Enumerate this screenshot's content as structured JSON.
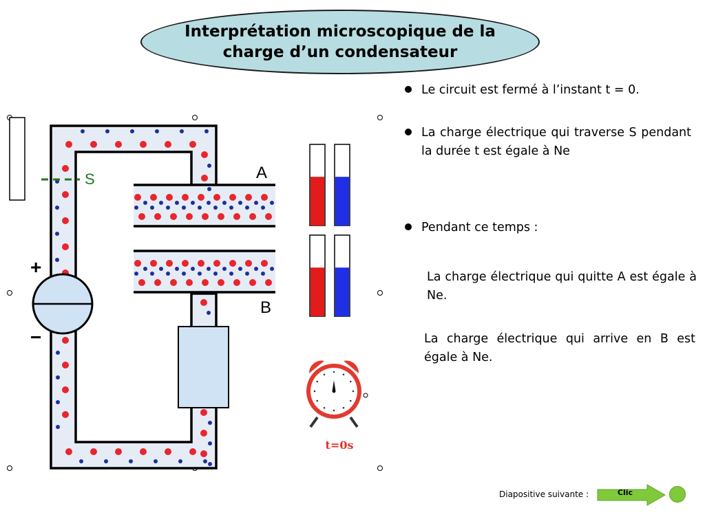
{
  "title": {
    "line1": "Interprétation microscopique de la",
    "line2": "charge d’un condensateur"
  },
  "colors": {
    "title_fill": "#b7dde2",
    "wire_fill": "#e6ecf6",
    "wire_outline": "#000000",
    "charge_positive": "#e8262e",
    "charge_negative": "#1f2f9e",
    "generator_fill": "#cfe3f5",
    "resistor_fill": "#cfe3f5",
    "switch_label": "#1e7a1e",
    "bar_red": "#e31b1b",
    "bar_blue": "#1f2fe6",
    "clock_red": "#e33a2f",
    "arrow_green": "#7fc93a"
  },
  "circuit": {
    "switch_label": "S",
    "plate_a_label": "A",
    "plate_b_label": "B",
    "plus_label": "+",
    "minus_label": "−"
  },
  "gauges": [
    {
      "color": "red",
      "level": 0.6
    },
    {
      "color": "blue",
      "level": 0.6
    },
    {
      "color": "red",
      "level": 0.6
    },
    {
      "color": "blue",
      "level": 0.6
    }
  ],
  "clock": {
    "label": "t=0s",
    "icon": "alarm-clock-icon"
  },
  "bullets": [
    "Le circuit est fermé à l’instant t = 0.",
    "La charge électrique qui traverse S pendant la durée t est égale à Ne",
    "Pendant ce temps :"
  ],
  "paragraphs": [
    "La charge électrique qui quitte A est égale à Ne.",
    "La charge électrique qui arrive en B est égale à Ne."
  ],
  "footer": {
    "next_label": "Diapositive suivante :",
    "clic_label": "Clic"
  }
}
